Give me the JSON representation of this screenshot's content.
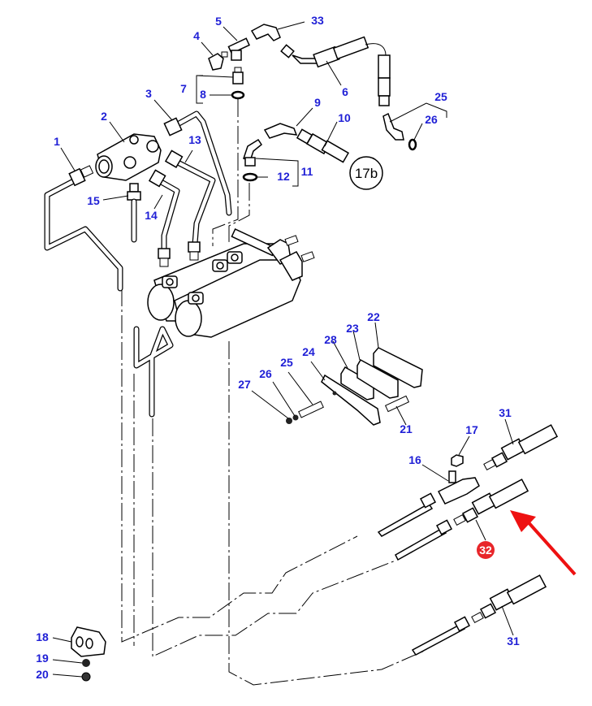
{
  "diagram": {
    "title": "Hydraulic brake master cylinder and pipes – exploded parts view",
    "reference_badge": "17b",
    "highlight_color": "#e8262a",
    "label_color": "#1f1fd6",
    "highlighted_part": "32",
    "callouts": [
      {
        "id": "1",
        "label": "1"
      },
      {
        "id": "2",
        "label": "2"
      },
      {
        "id": "3",
        "label": "3"
      },
      {
        "id": "4",
        "label": "4"
      },
      {
        "id": "5",
        "label": "5"
      },
      {
        "id": "6",
        "label": "6"
      },
      {
        "id": "7",
        "label": "7"
      },
      {
        "id": "8",
        "label": "8"
      },
      {
        "id": "9",
        "label": "9"
      },
      {
        "id": "10",
        "label": "10"
      },
      {
        "id": "11",
        "label": "11"
      },
      {
        "id": "12",
        "label": "12"
      },
      {
        "id": "13",
        "label": "13"
      },
      {
        "id": "14",
        "label": "14"
      },
      {
        "id": "15",
        "label": "15"
      },
      {
        "id": "16",
        "label": "16"
      },
      {
        "id": "17",
        "label": "17"
      },
      {
        "id": "18",
        "label": "18"
      },
      {
        "id": "19",
        "label": "19"
      },
      {
        "id": "20",
        "label": "20"
      },
      {
        "id": "21",
        "label": "21"
      },
      {
        "id": "22",
        "label": "22"
      },
      {
        "id": "23",
        "label": "23"
      },
      {
        "id": "24",
        "label": "24"
      },
      {
        "id": "25a",
        "label": "25"
      },
      {
        "id": "25b",
        "label": "25"
      },
      {
        "id": "26a",
        "label": "26"
      },
      {
        "id": "26b",
        "label": "26"
      },
      {
        "id": "27",
        "label": "27"
      },
      {
        "id": "28",
        "label": "28"
      },
      {
        "id": "31a",
        "label": "31"
      },
      {
        "id": "31b",
        "label": "31"
      },
      {
        "id": "32",
        "label": "32"
      },
      {
        "id": "33",
        "label": "33"
      }
    ]
  }
}
